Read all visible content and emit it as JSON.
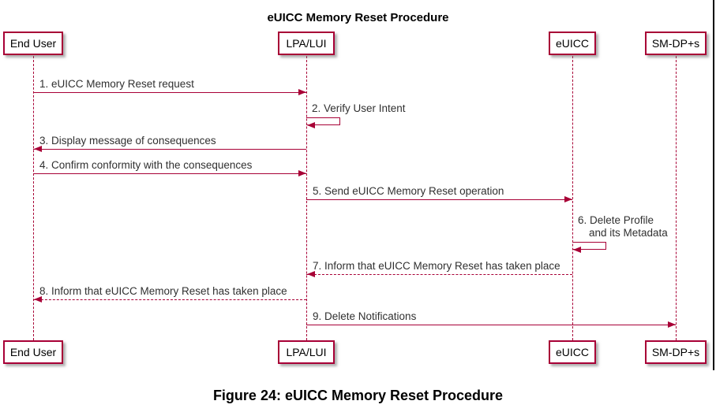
{
  "diagram": {
    "title": "eUICC Memory Reset Procedure",
    "caption": "Figure 24: eUICC Memory Reset Procedure",
    "participants": [
      {
        "id": "end-user",
        "name": "End User"
      },
      {
        "id": "lpa-lui",
        "name": "LPA/LUI"
      },
      {
        "id": "euicc",
        "name": "eUICC"
      },
      {
        "id": "sm-dp-s",
        "name": "SM-DP+s"
      }
    ],
    "messages": [
      {
        "seq": 1,
        "from": "End User",
        "to": "LPA/LUI",
        "style": "solid",
        "lines": [
          "1. eUICC Memory Reset request"
        ]
      },
      {
        "seq": 2,
        "from": "LPA/LUI",
        "to": "LPA/LUI",
        "style": "self",
        "lines": [
          "2. Verify User Intent"
        ]
      },
      {
        "seq": 3,
        "from": "LPA/LUI",
        "to": "End User",
        "style": "solid",
        "lines": [
          "3. Display message of consequences"
        ]
      },
      {
        "seq": 4,
        "from": "End User",
        "to": "LPA/LUI",
        "style": "solid",
        "lines": [
          "4. Confirm conformity with the consequences"
        ]
      },
      {
        "seq": 5,
        "from": "LPA/LUI",
        "to": "eUICC",
        "style": "solid",
        "lines": [
          "5. Send eUICC Memory Reset operation"
        ]
      },
      {
        "seq": 6,
        "from": "eUICC",
        "to": "eUICC",
        "style": "self",
        "lines": [
          "6. Delete Profile",
          "and its Metadata"
        ]
      },
      {
        "seq": 7,
        "from": "eUICC",
        "to": "LPA/LUI",
        "style": "dashed",
        "lines": [
          "7. Inform that eUICC Memory Reset has taken place"
        ]
      },
      {
        "seq": 8,
        "from": "LPA/LUI",
        "to": "End User",
        "style": "dashed",
        "lines": [
          "8. Inform that eUICC Memory Reset has taken place"
        ]
      },
      {
        "seq": 9,
        "from": "LPA/LUI",
        "to": "SM-DP+s",
        "style": "solid",
        "lines": [
          "9. Delete Notifications"
        ]
      }
    ],
    "colors": {
      "line": "#A80036",
      "message_text": "#303030",
      "box_fill": "#FFFFFF",
      "title_text": "#000000"
    }
  }
}
